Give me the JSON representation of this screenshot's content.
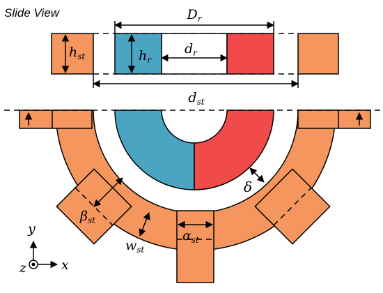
{
  "title": "Slide View",
  "labels": {
    "Dr": "D",
    "Dr_sub": "r",
    "hst": "h",
    "hst_sub": "st",
    "hr": "h",
    "hr_sub": "r",
    "dr": "d",
    "dr_sub": "r",
    "dst": "d",
    "dst_sub": "st",
    "delta": "δ",
    "beta": "β",
    "beta_sub": "st",
    "alpha": "α",
    "alpha_sub": "st",
    "wst": "w",
    "wst_sub": "st",
    "axis_y": "y",
    "axis_x": "x",
    "axis_z": "z"
  },
  "colors": {
    "stator": "#f4965e",
    "magnet_blue": "#4aa5c2",
    "magnet_red": "#f04a4a",
    "stroke": "#000000"
  }
}
